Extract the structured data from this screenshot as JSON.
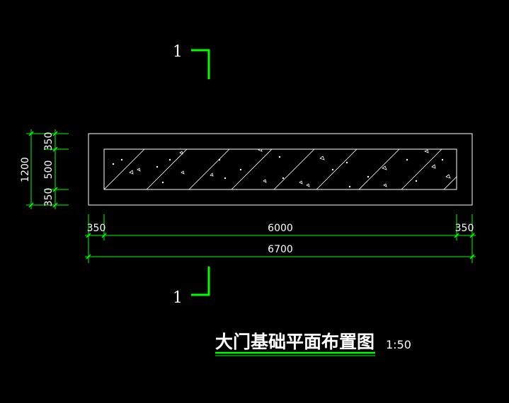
{
  "colors": {
    "background": "#000000",
    "outline": "#ffffff",
    "dimension": "#00ff00",
    "section_mark": "#00ff00",
    "text": "#ffffff"
  },
  "section_marks": {
    "top_label": "1",
    "bottom_label": "1"
  },
  "dimensions": {
    "vertical": {
      "total": "1200",
      "top": "350",
      "middle": "500",
      "bottom": "350"
    },
    "horizontal": {
      "left": "350",
      "middle": "6000",
      "right": "350",
      "total": "6700"
    }
  },
  "title": {
    "text": "大门基础平面布置图",
    "scale": "1:50"
  }
}
